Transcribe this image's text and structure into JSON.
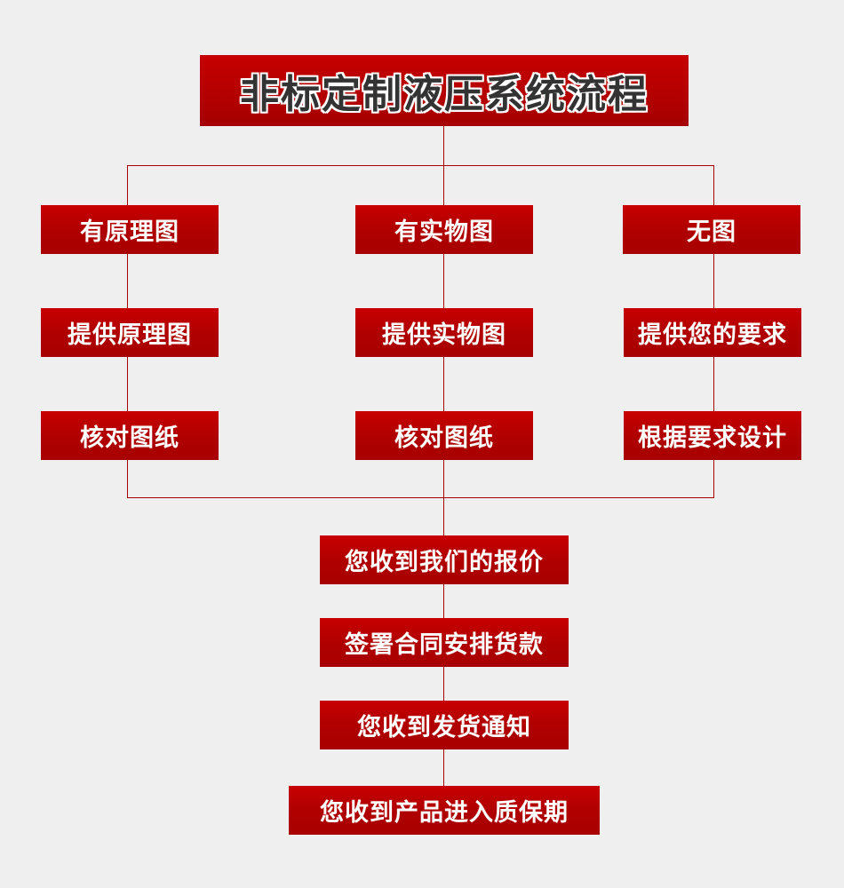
{
  "title": "非标定制液压系统流程",
  "branches": [
    {
      "steps": [
        "有原理图",
        "提供原理图",
        "核对图纸"
      ]
    },
    {
      "steps": [
        "有实物图",
        "提供实物图",
        "核对图纸"
      ]
    },
    {
      "steps": [
        "无图",
        "提供您的要求",
        "根据要求设计"
      ]
    }
  ],
  "final_steps": [
    "您收到我们的报价",
    "签署合同安排货款",
    "您收到发货通知",
    "您收到产品进入质保期"
  ],
  "colors": {
    "box": "#b40000",
    "line": "#a80000",
    "background": "#efefef"
  }
}
